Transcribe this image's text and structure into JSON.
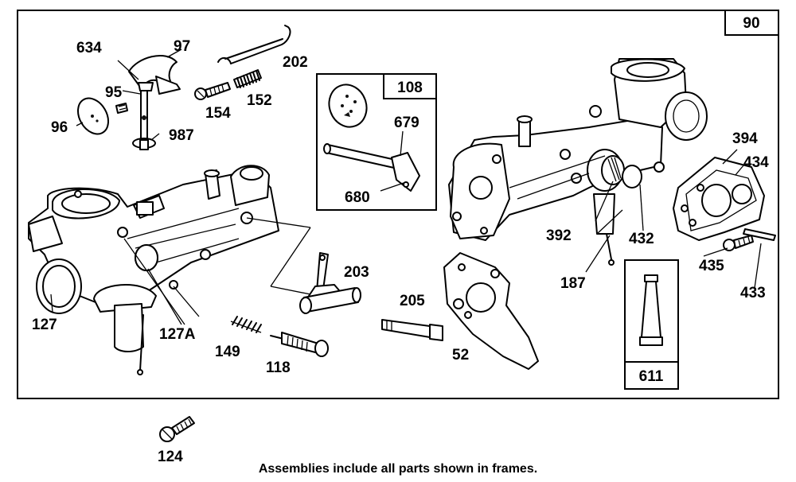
{
  "diagram": {
    "page_number": "90",
    "caption": "Assemblies include all parts shown in frames.",
    "frames": [
      {
        "label": "108",
        "parts": [
          "679",
          "680"
        ]
      },
      {
        "label": "611",
        "parts": []
      }
    ],
    "part_labels": [
      "634",
      "97",
      "95",
      "96",
      "987",
      "202",
      "154",
      "152",
      "679",
      "680",
      "394",
      "434",
      "392",
      "432",
      "187",
      "435",
      "433",
      "203",
      "205",
      "127",
      "127A",
      "149",
      "118",
      "52",
      "124"
    ]
  }
}
